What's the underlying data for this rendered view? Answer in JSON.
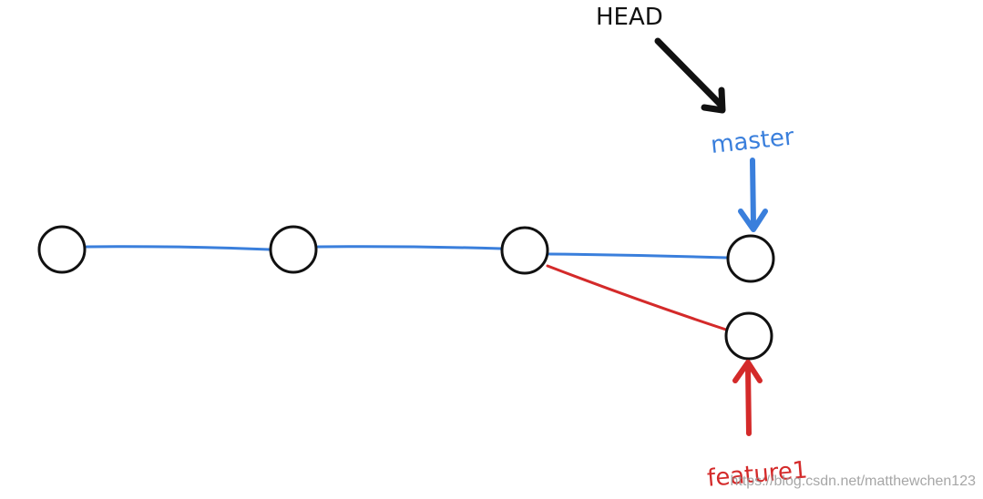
{
  "labels": {
    "head": "HEAD",
    "master": "master",
    "feature": "feature1"
  },
  "watermark": "https://blog.csdn.net/matthewchen123",
  "colors": {
    "head": "#111111",
    "master": "#3a7fdc",
    "feature": "#d42a2a",
    "commit_stroke": "#111111",
    "commit_fill": "#ffffff"
  },
  "commits": [
    {
      "id": "c1",
      "branch": "master"
    },
    {
      "id": "c2",
      "branch": "master"
    },
    {
      "id": "c3",
      "branch": "master"
    },
    {
      "id": "c4",
      "branch": "master"
    },
    {
      "id": "c5",
      "branch": "feature1"
    }
  ]
}
